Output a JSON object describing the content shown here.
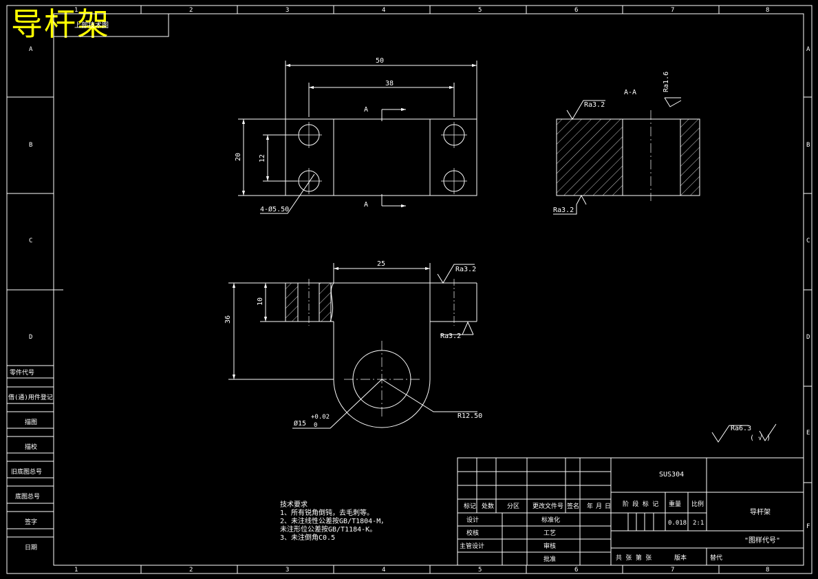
{
  "title": "导杆架",
  "grid": {
    "columns": [
      "1",
      "2",
      "3",
      "4",
      "5",
      "6",
      "7",
      "8"
    ],
    "rows": [
      "A",
      "B",
      "C",
      "D",
      "E",
      "F"
    ]
  },
  "top_label": "上部技术图",
  "front_view": {
    "dim_overall_width": "50",
    "dim_inner_width": "38",
    "dim_height": "20",
    "dim_hole_spacing": "12",
    "hole_callout": "4-Ø5.50",
    "section_mark": "A"
  },
  "section_view": {
    "label": "A-A",
    "ra_top_left": "Ra3.2",
    "ra_top_right": "Ra1.6",
    "ra_bottom": "Ra3.2"
  },
  "side_view": {
    "dim_width": "25",
    "dim_height": "36",
    "dim_thickness": "10",
    "ra_top": "Ra3.2",
    "ra_right": "Ra3.2",
    "hole_callout": "Ø15",
    "hole_tol_upper": "+0.02",
    "hole_tol_lower": "0",
    "radius_callout": "R12.50"
  },
  "general_roughness": {
    "value": "Ra6.3",
    "suffix": "( √ )"
  },
  "tech_requirements": {
    "title": "技术要求",
    "lines": [
      "1、所有锐角倒钝，去毛刺等。",
      "2、未注线性公差按GB/T1804-M，",
      "未注形位公差按GB/T1184-K。",
      "3、未注倒角C0.5"
    ]
  },
  "left_strip": [
    "零件代号",
    "借(通)用件登记",
    "描图",
    "描校",
    "旧底图总号",
    "底图总号",
    "签字",
    "日期"
  ],
  "title_block": {
    "material": "SUS304",
    "part_name": "导杆架",
    "drawing_code": "\"图样代号\"",
    "headers": [
      "标记",
      "处数",
      "分区",
      "更改文件号",
      "签名",
      "年",
      "月",
      "日"
    ],
    "stage_label": "阶 段 标 记",
    "weight_label": "重量",
    "scale_label": "比例",
    "weight": "0.018",
    "scale": "2:1",
    "roles_left": [
      "设计",
      "校核",
      "主管设计"
    ],
    "roles_mid": [
      "标准化",
      "工艺",
      "审核",
      "批准"
    ],
    "sheets_label": "共  张  第  张",
    "version_label": "版本",
    "replace_label": "替代"
  }
}
